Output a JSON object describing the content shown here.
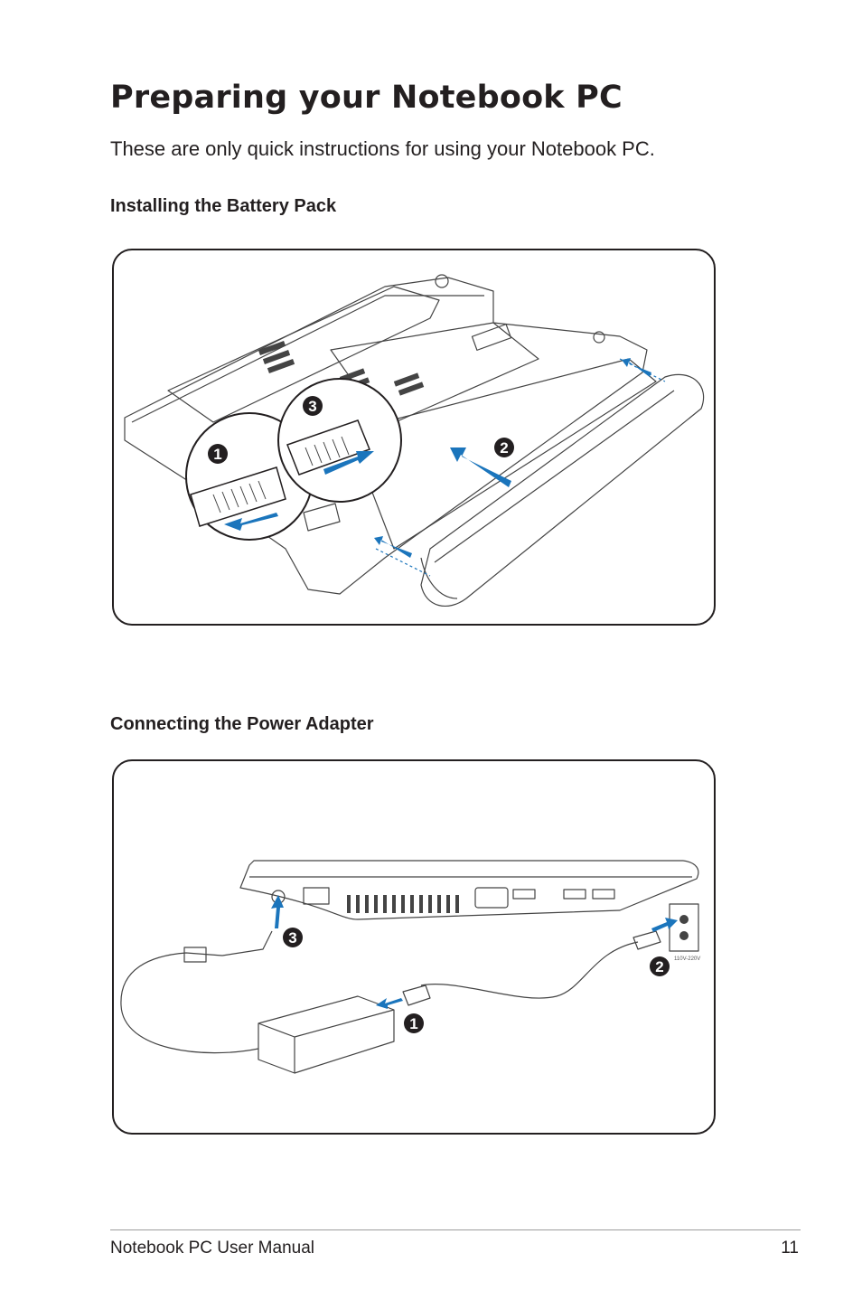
{
  "page": {
    "title": "Preparing your Notebook PC",
    "intro": "These are only quick instructions for using your Notebook PC."
  },
  "battery_section": {
    "heading": "Installing the Battery Pack",
    "steps": [
      "1",
      "2",
      "3"
    ]
  },
  "power_section": {
    "heading": "Connecting the Power Adapter",
    "steps": [
      "1",
      "2",
      "3"
    ],
    "outlet_label": "110V-220V"
  },
  "footer": {
    "manual_name": "Notebook PC User Manual",
    "page_number": "11"
  },
  "colors": {
    "text": "#231f20",
    "accent_blue": "#1b75bc",
    "line_art": "#444444"
  }
}
